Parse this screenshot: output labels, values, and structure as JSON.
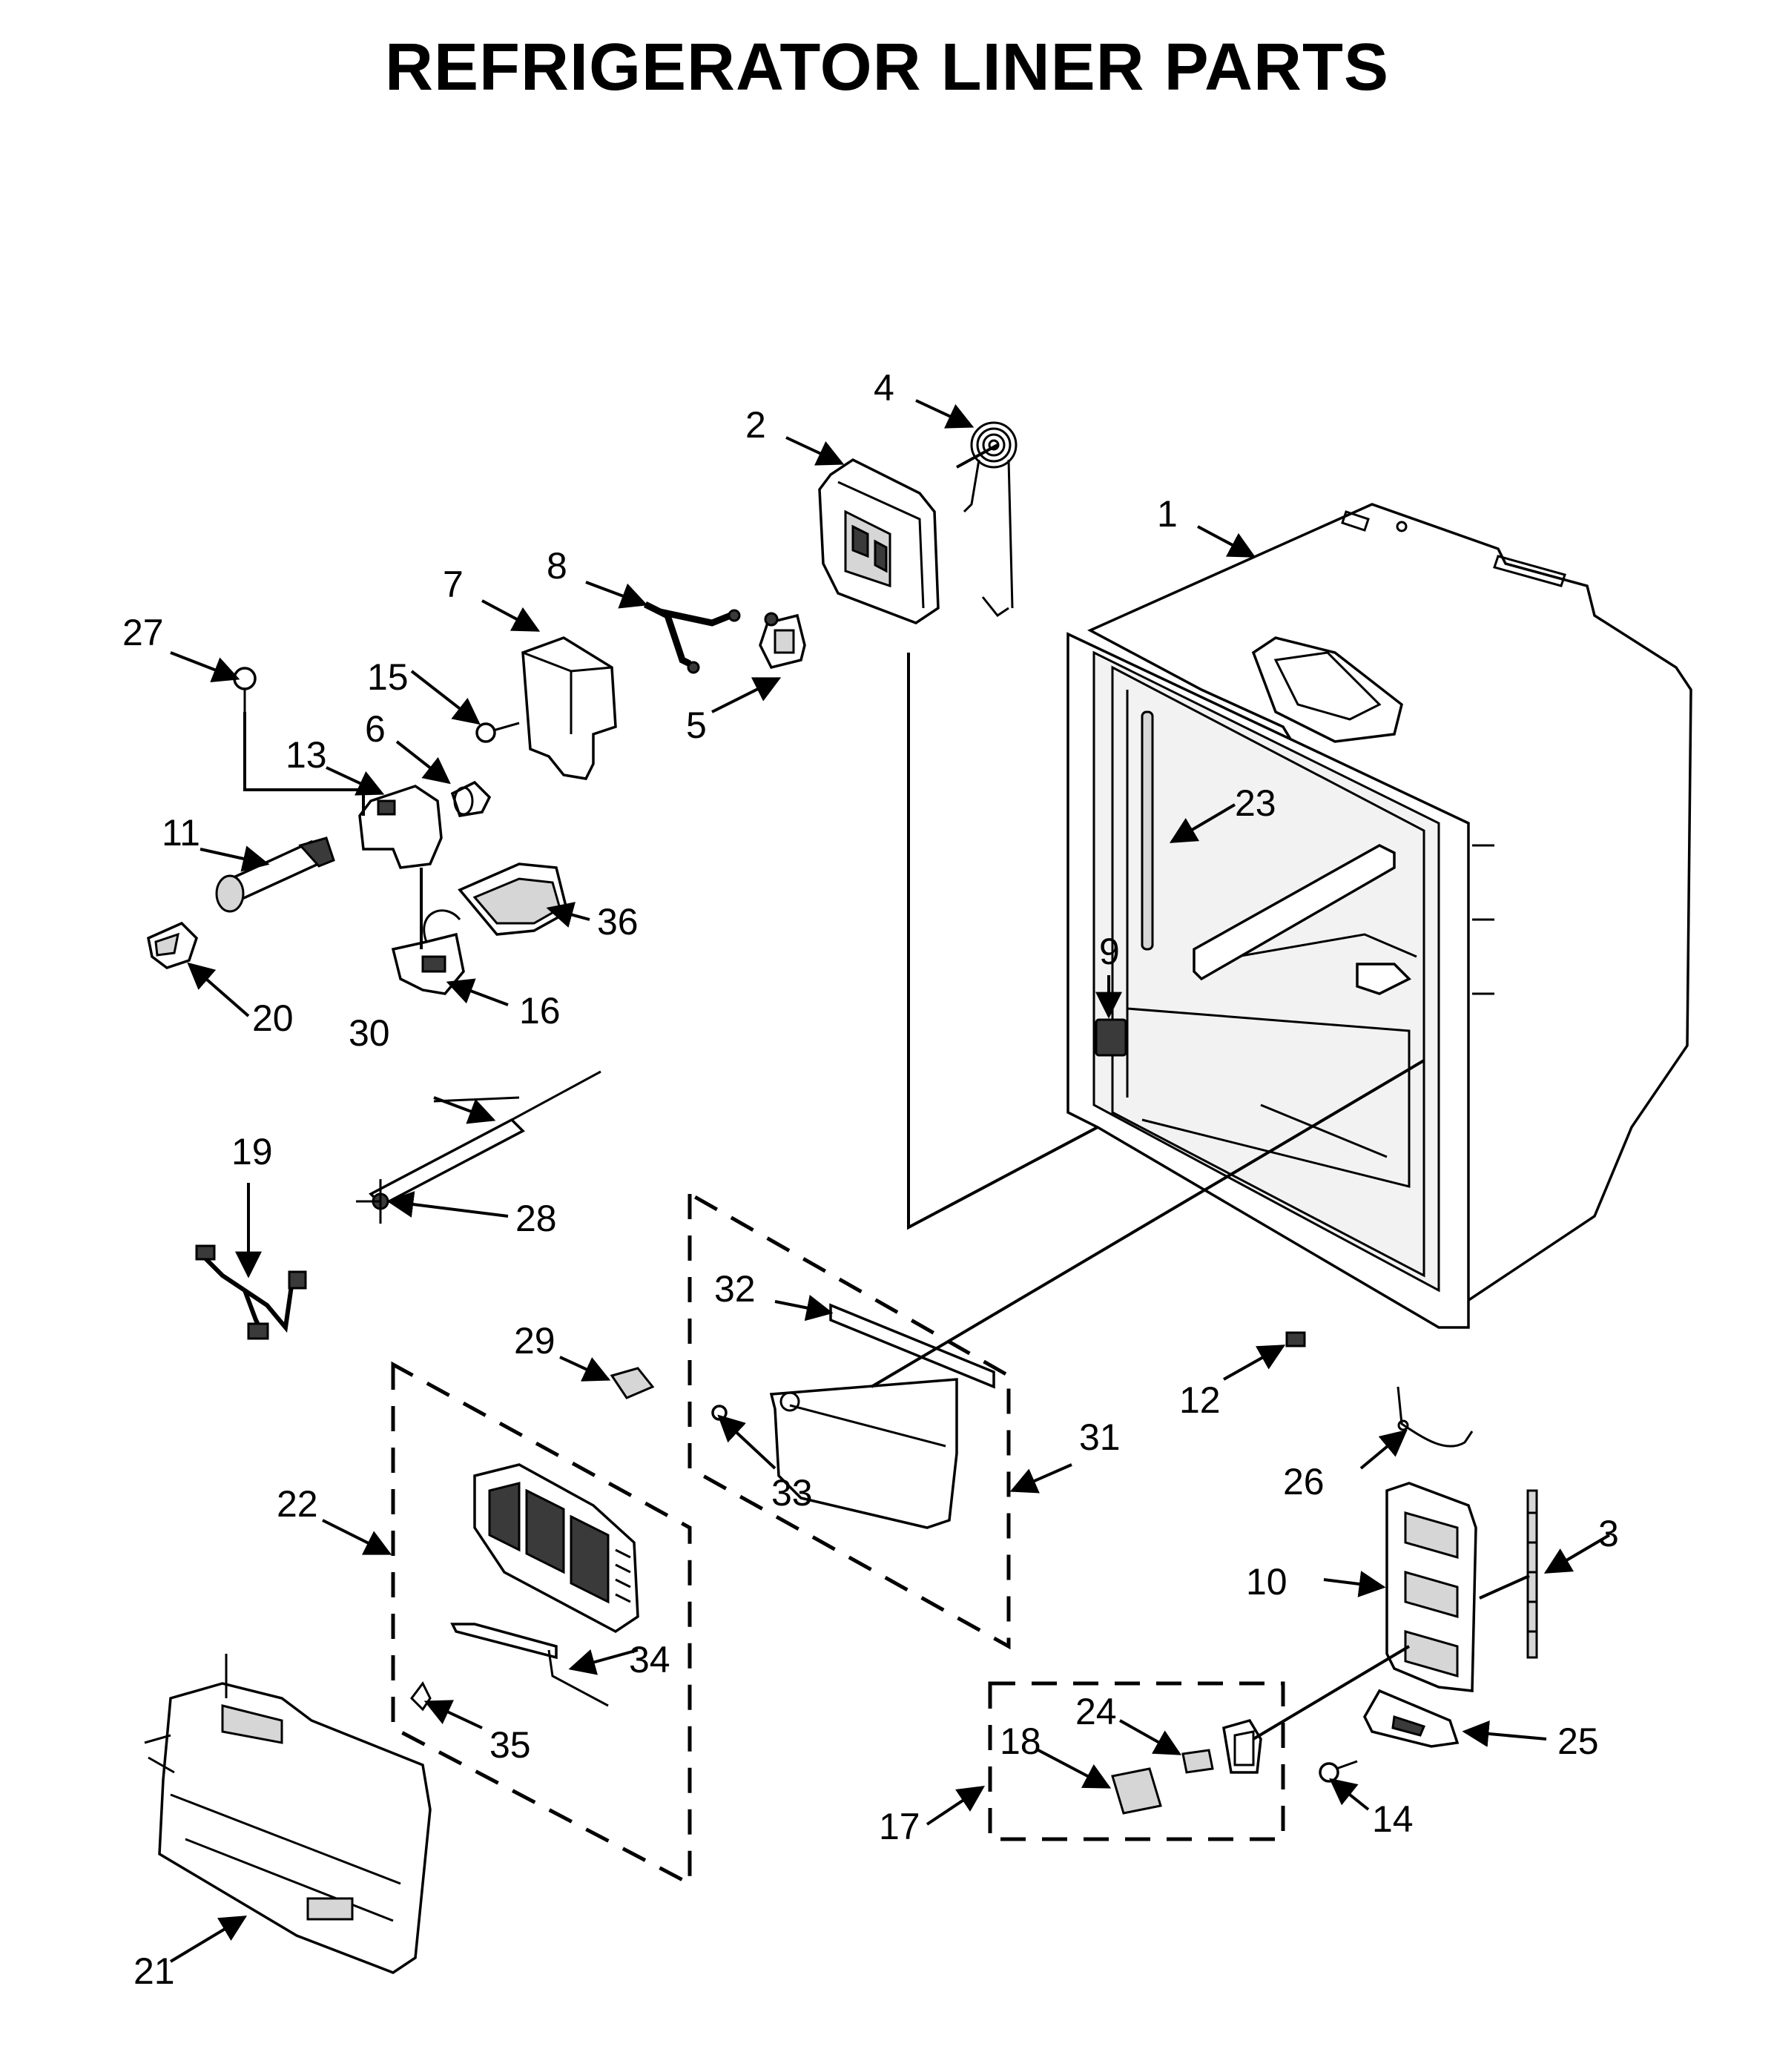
{
  "title": "REFRIGERATOR LINER PARTS",
  "callouts": [
    "1",
    "2",
    "3",
    "4",
    "5",
    "6",
    "7",
    "8",
    "9",
    "10",
    "11",
    "12",
    "13",
    "14",
    "15",
    "16",
    "17",
    "18",
    "19",
    "20",
    "21",
    "22",
    "23",
    "24",
    "25",
    "26",
    "27",
    "28",
    "29",
    "30",
    "31",
    "32",
    "33",
    "34",
    "35",
    "36"
  ]
}
